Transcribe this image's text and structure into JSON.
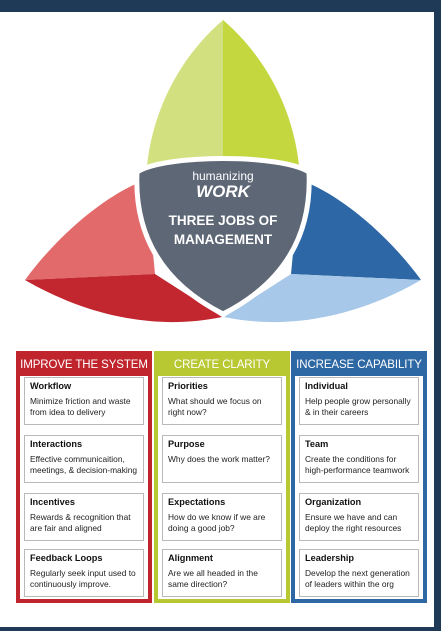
{
  "logo": {
    "line1": "humanizing",
    "line2": "WORK"
  },
  "center": {
    "line1": "THREE JOBS OF",
    "line2": "MANAGEMENT"
  },
  "colors": {
    "frame": "#1f3a56",
    "petal_top_light": "#d3e07f",
    "petal_top_dark": "#c4d73e",
    "petal_left_light": "#e26a6b",
    "petal_left_dark": "#c2262f",
    "petal_right_dark": "#2d67a6",
    "petal_right_light": "#a7c8e8",
    "center": "#5e6776"
  },
  "columns": [
    {
      "heading": "IMPROVE THE SYSTEM",
      "color": "#c0242d",
      "items": [
        {
          "title": "Workflow",
          "desc": [
            "Minimize friction and waste",
            "from idea to delivery"
          ]
        },
        {
          "title": "Interactions",
          "desc": [
            "Effective communicaition,",
            "meetings, & decision-making"
          ]
        },
        {
          "title": "Incentives",
          "desc": [
            "Rewards & recognition that",
            "are fair and aligned"
          ]
        },
        {
          "title": "Feedback Loops",
          "desc": [
            "Regularly seek input used to",
            "continuously improve."
          ]
        }
      ]
    },
    {
      "heading": "CREATE CLARITY",
      "color": "#b8c832",
      "items": [
        {
          "title": "Priorities",
          "desc": [
            "What should we focus on",
            "right now?"
          ]
        },
        {
          "title": "Purpose",
          "desc": [
            "Why does the work matter?"
          ]
        },
        {
          "title": "Expectations",
          "desc": [
            "How do we know if we are",
            "doing a good job?"
          ]
        },
        {
          "title": "Alignment",
          "desc": [
            "Are we all headed in the",
            "same direction?"
          ]
        }
      ]
    },
    {
      "heading": "INCREASE CAPABILITY",
      "color": "#2e68a4",
      "items": [
        {
          "title": "Individual",
          "desc": [
            "Help people grow personally",
            "& in their careers"
          ]
        },
        {
          "title": "Team",
          "desc": [
            "Create the conditions for",
            "high-performance teamwork"
          ]
        },
        {
          "title": "Organization",
          "desc": [
            "Ensure we have and can",
            "deploy the right resources"
          ]
        },
        {
          "title": "Leadership",
          "desc": [
            "Develop the next generation",
            "of leaders within the org"
          ]
        }
      ]
    }
  ]
}
